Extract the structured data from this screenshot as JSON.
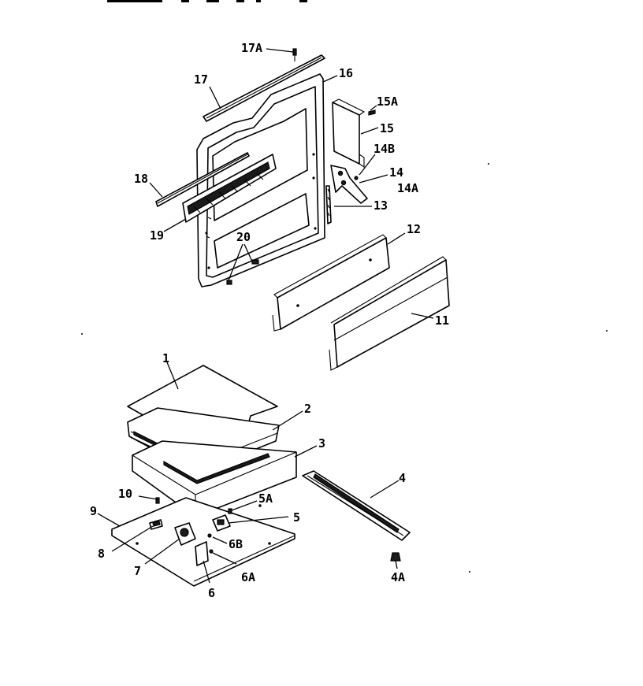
{
  "header": {
    "scan_text": ""
  },
  "diagram": {
    "labels": {
      "p17a": "17A",
      "p17": "17",
      "p16": "16",
      "p15a": "15A",
      "p15": "15",
      "p14b": "14B",
      "p14": "14",
      "p14a": "14A",
      "p13": "13",
      "p18": "18",
      "p19": "19",
      "p20": "20",
      "p12": "12",
      "p11": "11",
      "p1": "1",
      "p2": "2",
      "p3": "3",
      "p10": "10",
      "p9": "9",
      "p5a": "5A",
      "p5": "5",
      "p4": "4",
      "p8": "8",
      "p6b": "6B",
      "p7": "7",
      "p6a": "6A",
      "p6": "6",
      "p4a": "4A"
    },
    "colors": {
      "line": "#000000",
      "background": "#ffffff"
    }
  }
}
